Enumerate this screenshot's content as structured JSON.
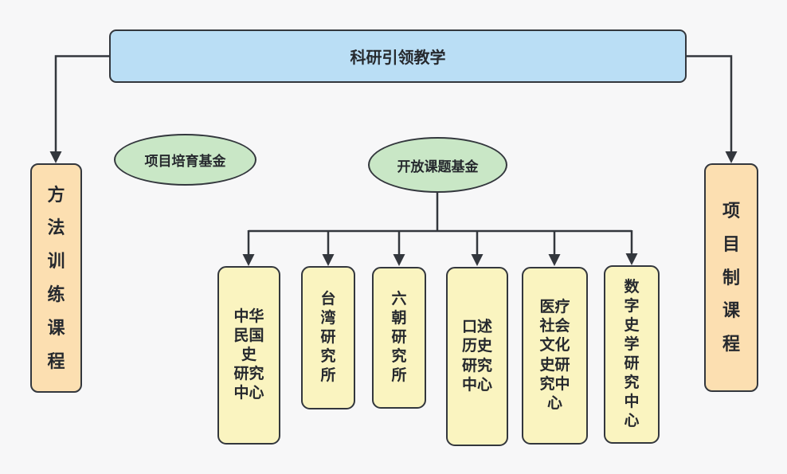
{
  "diagram": {
    "background_color": "#f7f7f8",
    "stroke_color": "#33373d",
    "root": {
      "label": "科研引领教学",
      "fill": "#badef5"
    },
    "funds": [
      {
        "label": "项目培育基金",
        "fill": "#c9e7c6"
      },
      {
        "label": "开放课题基金",
        "fill": "#c9e7c6"
      }
    ],
    "side_courses": [
      {
        "label": "方法训练课程",
        "lines": [
          "方",
          "法",
          "训",
          "练",
          "课",
          "程"
        ],
        "fill": "#fcdfb1"
      },
      {
        "label": "项目制课程",
        "lines": [
          "项",
          "目",
          "制",
          "课",
          "程"
        ],
        "fill": "#fcdfb1"
      }
    ],
    "centers": [
      {
        "label": "中华民国史研究中心",
        "lines": [
          "中华",
          "民国",
          "史",
          "研究",
          "中心"
        ],
        "fill": "#faf4c0"
      },
      {
        "label": "台湾研究所",
        "lines": [
          "台",
          "湾",
          "研",
          "究",
          "所"
        ],
        "fill": "#faf4c0"
      },
      {
        "label": "六朝研究所",
        "lines": [
          "六",
          "朝",
          "研",
          "究",
          "所"
        ],
        "fill": "#faf4c0"
      },
      {
        "label": "口述历史研究中心",
        "lines": [
          "口述",
          "历史",
          "研究",
          "中心"
        ],
        "fill": "#faf4c0"
      },
      {
        "label": "医疗社会文化史研究中心",
        "lines": [
          "医疗",
          "社会",
          "文化",
          "史研",
          "究中",
          "心"
        ],
        "fill": "#faf4c0"
      },
      {
        "label": "数字史学研究中心",
        "lines": [
          "数",
          "字",
          "史",
          "学",
          "研",
          "究",
          "中",
          "心"
        ],
        "fill": "#faf4c0"
      }
    ]
  }
}
